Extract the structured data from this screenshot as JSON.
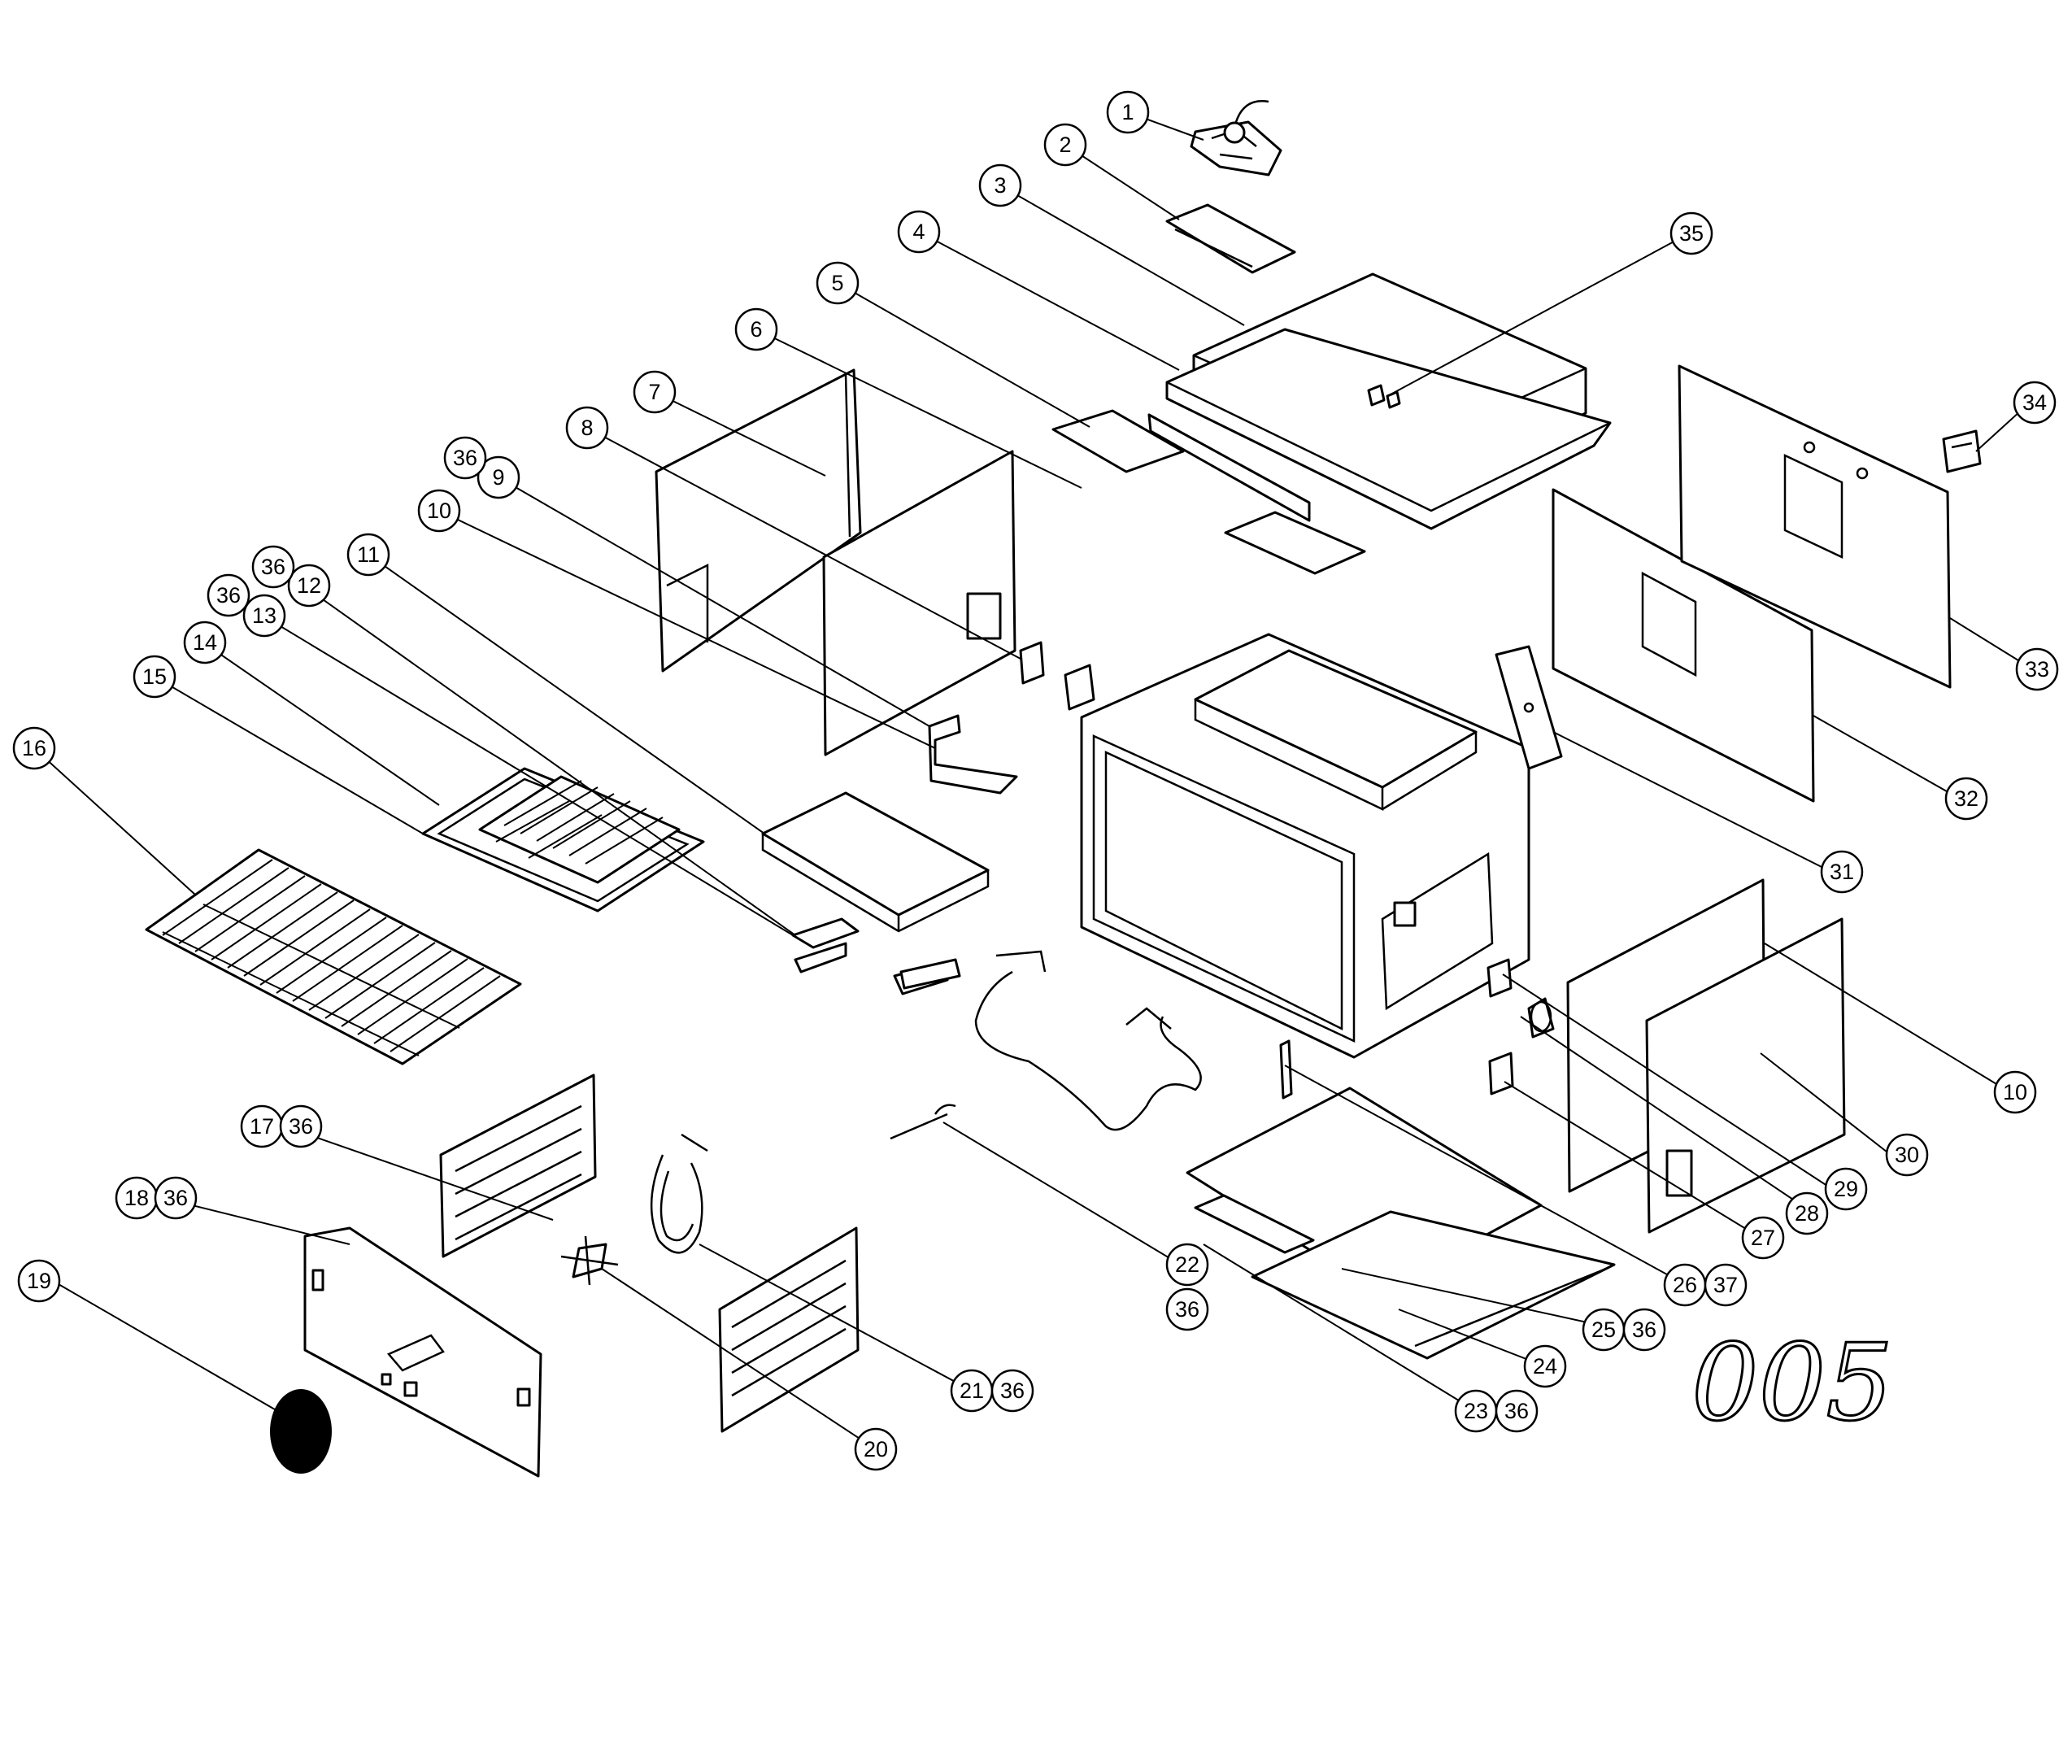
{
  "diagram": {
    "drawing_number": "005",
    "callouts": [
      {
        "id": "c1",
        "label": "1"
      },
      {
        "id": "c2",
        "label": "2"
      },
      {
        "id": "c3",
        "label": "3"
      },
      {
        "id": "c4",
        "label": "4"
      },
      {
        "id": "c5",
        "label": "5"
      },
      {
        "id": "c6",
        "label": "6"
      },
      {
        "id": "c7",
        "label": "7"
      },
      {
        "id": "c8",
        "label": "8"
      },
      {
        "id": "c9",
        "label": "9"
      },
      {
        "id": "c9b",
        "label": "36"
      },
      {
        "id": "c10",
        "label": "10"
      },
      {
        "id": "c11",
        "label": "11"
      },
      {
        "id": "c12",
        "label": "12"
      },
      {
        "id": "c12b",
        "label": "36"
      },
      {
        "id": "c13",
        "label": "13"
      },
      {
        "id": "c13b",
        "label": "36"
      },
      {
        "id": "c14",
        "label": "14"
      },
      {
        "id": "c15",
        "label": "15"
      },
      {
        "id": "c16",
        "label": "16"
      },
      {
        "id": "c17",
        "label": "17"
      },
      {
        "id": "c17b",
        "label": "36"
      },
      {
        "id": "c18",
        "label": "18"
      },
      {
        "id": "c18b",
        "label": "36"
      },
      {
        "id": "c19",
        "label": "19"
      },
      {
        "id": "c20",
        "label": "20"
      },
      {
        "id": "c21",
        "label": "21"
      },
      {
        "id": "c21b",
        "label": "36"
      },
      {
        "id": "c22",
        "label": "22"
      },
      {
        "id": "c22b",
        "label": "36"
      },
      {
        "id": "c23",
        "label": "23"
      },
      {
        "id": "c23b",
        "label": "36"
      },
      {
        "id": "c24",
        "label": "24"
      },
      {
        "id": "c25",
        "label": "25"
      },
      {
        "id": "c25b",
        "label": "36"
      },
      {
        "id": "c26",
        "label": "26"
      },
      {
        "id": "c26b",
        "label": "37"
      },
      {
        "id": "c27",
        "label": "27"
      },
      {
        "id": "c28",
        "label": "28"
      },
      {
        "id": "c29",
        "label": "29"
      },
      {
        "id": "c30",
        "label": "30"
      },
      {
        "id": "c31",
        "label": "31"
      },
      {
        "id": "c32",
        "label": "32"
      },
      {
        "id": "c33",
        "label": "33"
      },
      {
        "id": "c34",
        "label": "34"
      },
      {
        "id": "c35",
        "label": "35"
      },
      {
        "id": "c10r",
        "label": "10"
      }
    ]
  }
}
